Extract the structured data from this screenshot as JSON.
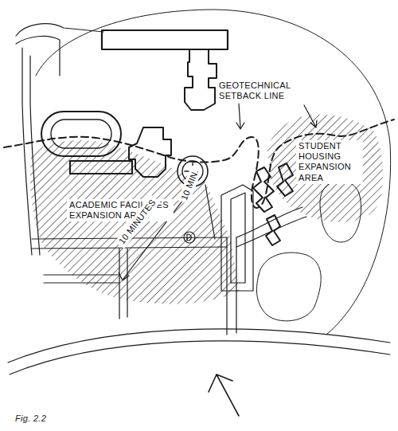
{
  "diagram": {
    "caption": "Fig. 2.2",
    "labels": [
      "GEOTECHNICAL SETBACK LINE",
      "STUDENT HOUSING EXPANSION AREA",
      "ACADEMIC FACILITIES EXPANSION AREA",
      "10 MINUTES",
      "10 MIN."
    ]
  }
}
